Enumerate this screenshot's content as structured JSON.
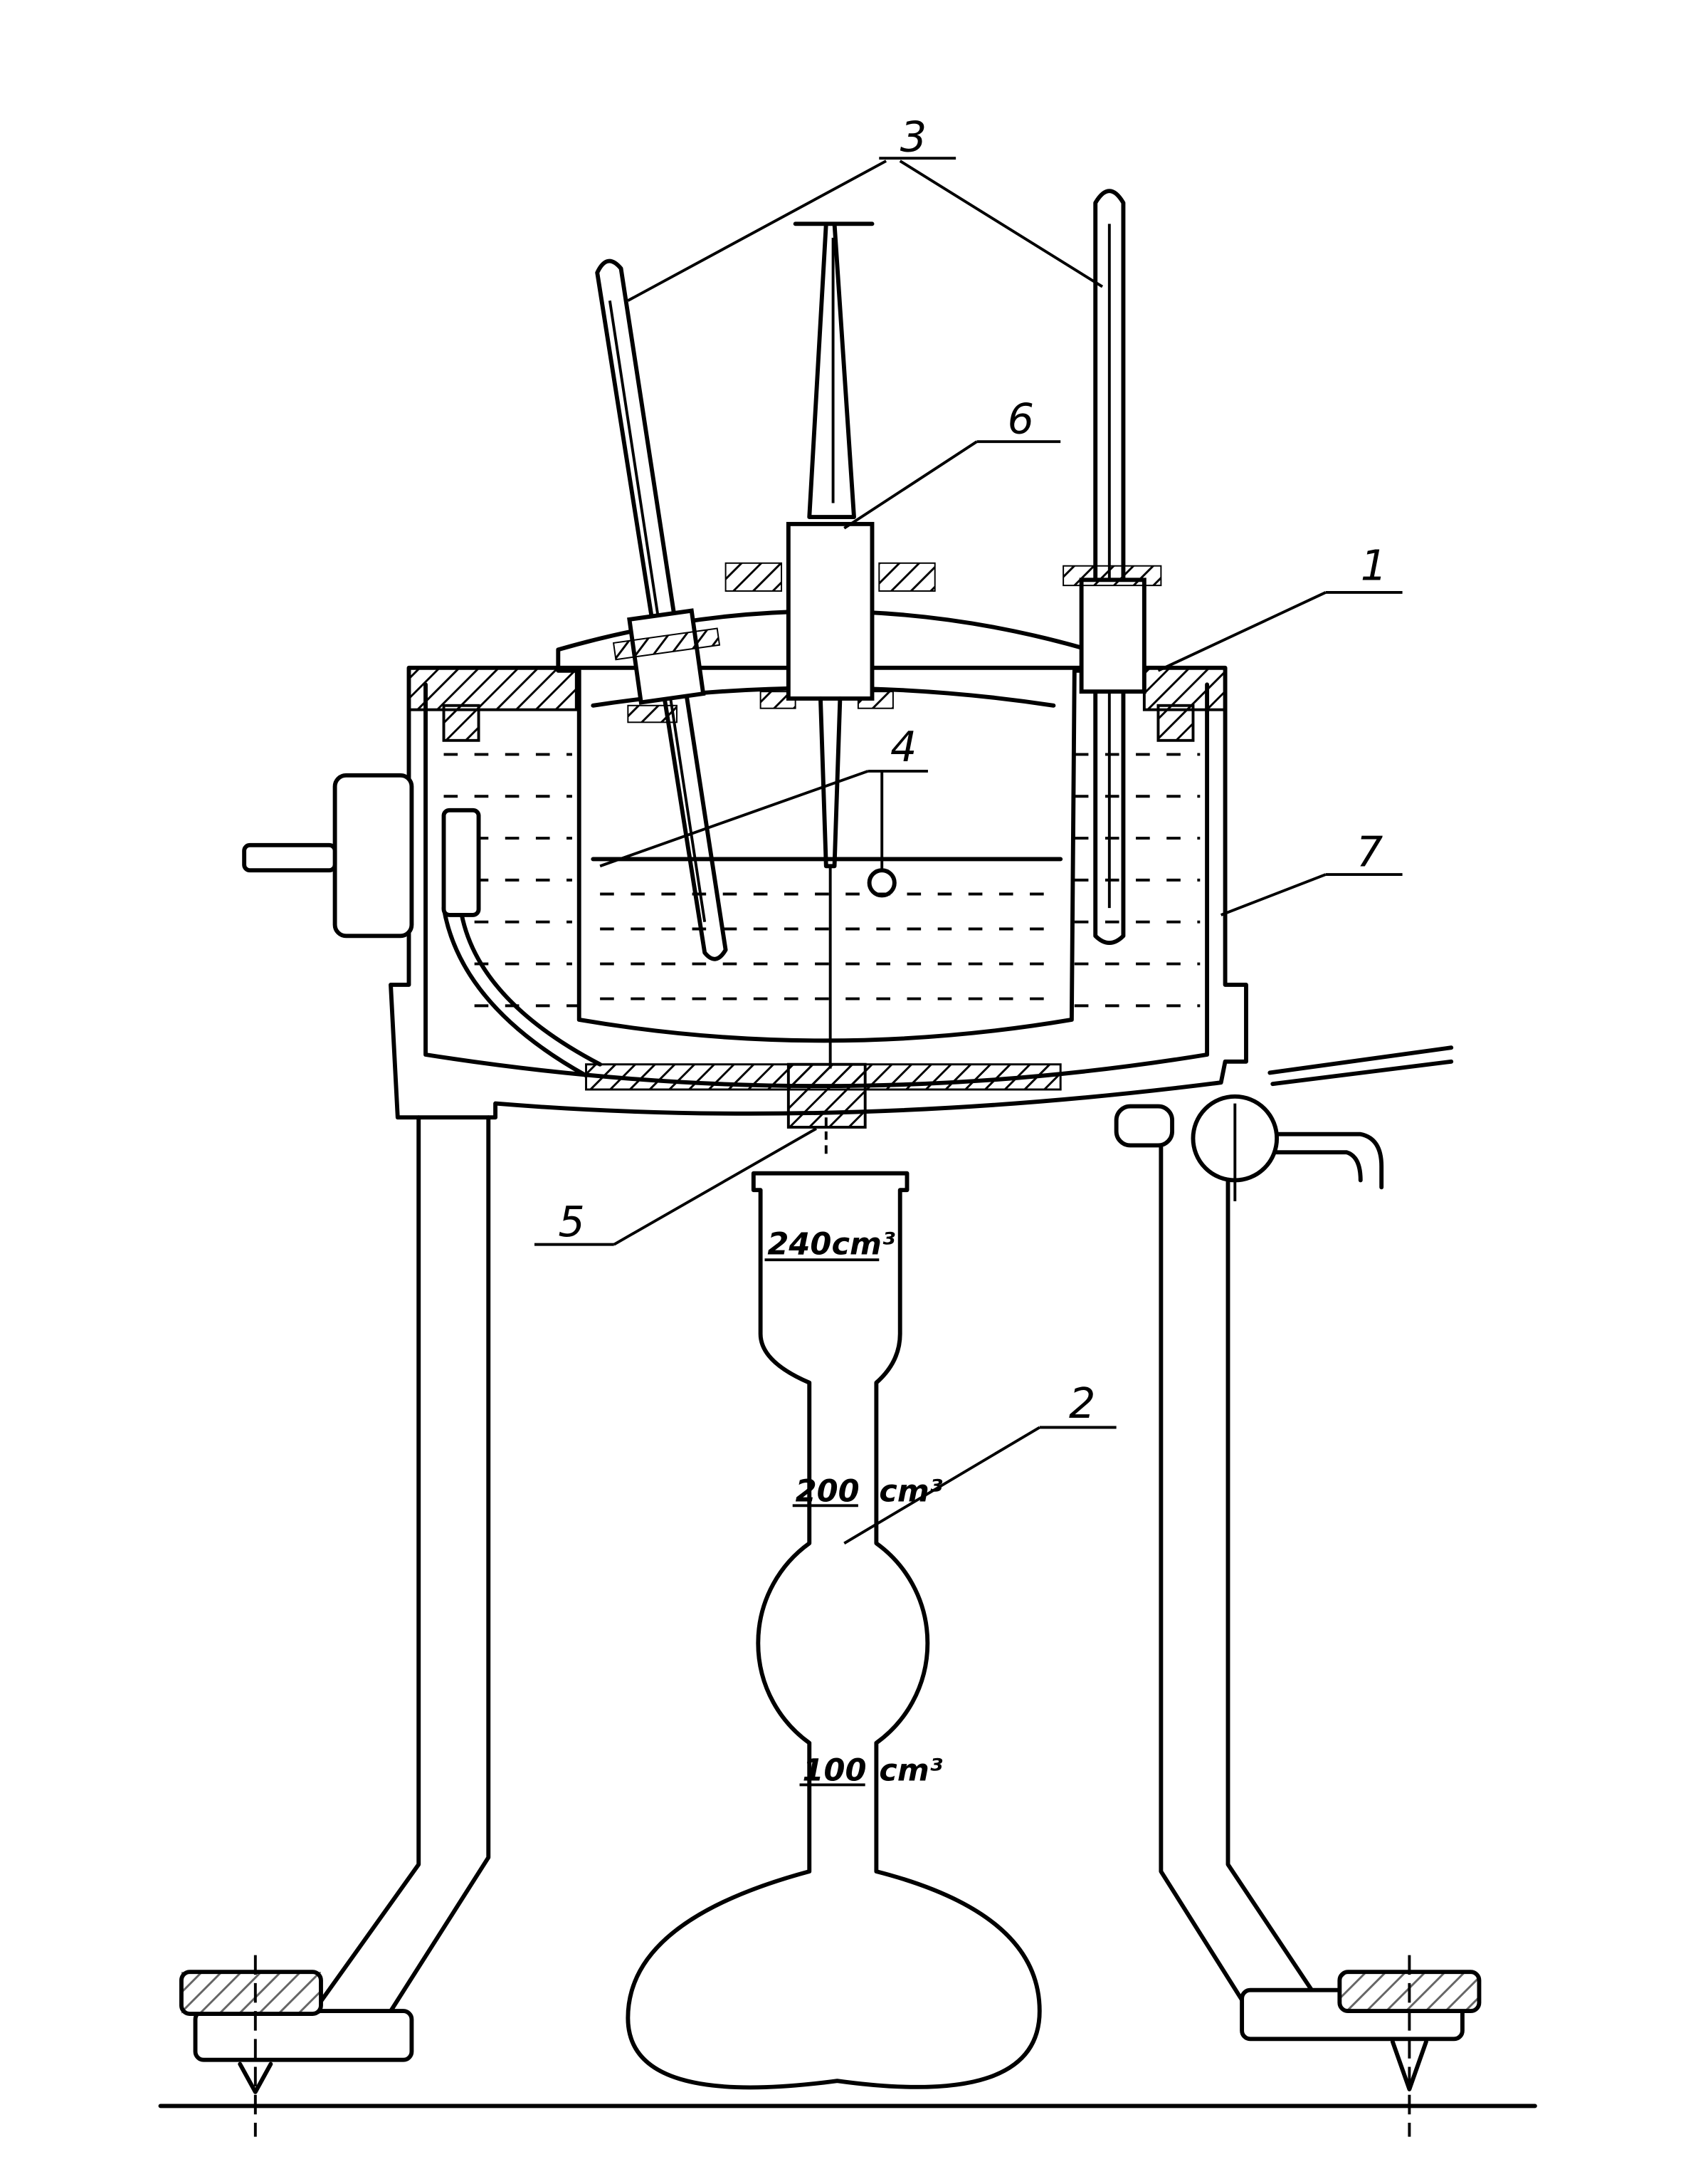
{
  "labels": {
    "l1": "1",
    "l2": "2",
    "l3": "3",
    "l4": "4",
    "l5": "5",
    "l6": "6",
    "l7": "7"
  },
  "flask_marks": {
    "top": "240cm³",
    "mid_num": "200",
    "mid_unit": "cm³",
    "low_num": "100",
    "low_unit": "cm³"
  }
}
